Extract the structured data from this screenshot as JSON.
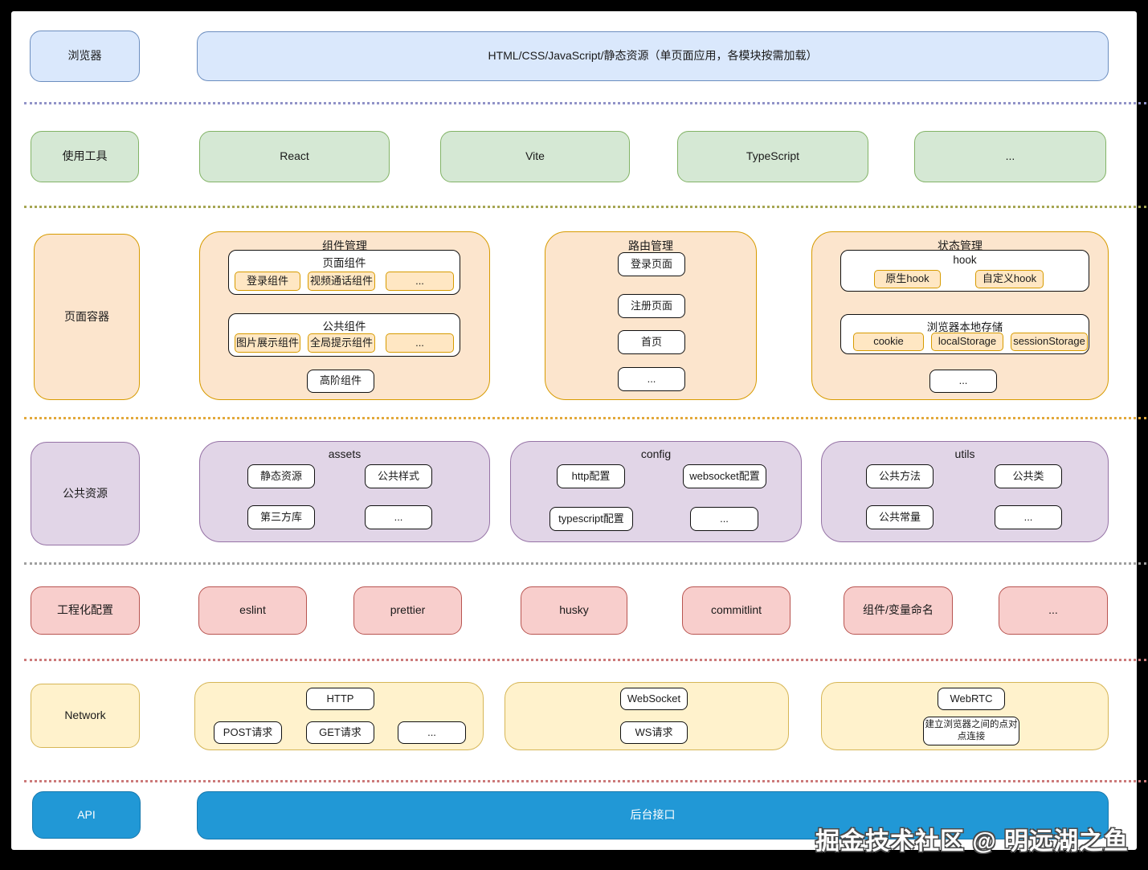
{
  "watermark": "掘金技术社区 @ 明远湖之鱼",
  "colors": {
    "blue_fill": "#dae8fc",
    "blue_stroke": "#6c8ebf",
    "green_fill": "#d5e8d4",
    "green_stroke": "#82b366",
    "orange_fill": "#fce5cd",
    "orange_stroke": "#d79b00",
    "purple_fill": "#e1d5e7",
    "purple_stroke": "#9673a6",
    "pink_fill": "#f8cecc",
    "pink_stroke": "#b85450",
    "yellow_fill": "#fff2cc",
    "yellow_stroke": "#d6b656",
    "api_blue": "#2198d6",
    "divider_colors": [
      "#9193c8",
      "#a6a653",
      "#e3a93c",
      "#9e9e9e",
      "#cc7a7a",
      "#cc7a7a"
    ]
  },
  "browser_row": {
    "label": "浏览器",
    "bar": "HTML/CSS/JavaScript/静态资源（单页面应用，各模块按需加载）"
  },
  "tools_row": {
    "label": "使用工具",
    "items": [
      "React",
      "Vite",
      "TypeScript",
      "..."
    ]
  },
  "page_row": {
    "label": "页面容器",
    "comp": {
      "title": "组件管理",
      "page_box": {
        "title": "页面组件",
        "chips": [
          "登录组件",
          "视频通话组件",
          "..."
        ]
      },
      "common_box": {
        "title": "公共组件",
        "chips": [
          "图片展示组件",
          "全局提示组件",
          "..."
        ]
      },
      "hoc": "高阶组件"
    },
    "route": {
      "title": "路由管理",
      "chips": [
        "登录页面",
        "注册页面",
        "首页",
        "..."
      ]
    },
    "state": {
      "title": "状态管理",
      "hook_box": {
        "title": "hook",
        "chips": [
          "原生hook",
          "自定义hook"
        ]
      },
      "storage_box": {
        "title": "浏览器本地存储",
        "chips": [
          "cookie",
          "localStorage",
          "sessionStorage"
        ]
      },
      "more": "..."
    }
  },
  "resource_row": {
    "label": "公共资源",
    "assets": {
      "title": "assets",
      "chips": [
        "静态资源",
        "公共样式",
        "第三方库",
        "..."
      ]
    },
    "config": {
      "title": "config",
      "chips": [
        "http配置",
        "websocket配置",
        "typescript配置",
        "..."
      ]
    },
    "utils": {
      "title": "utils",
      "chips": [
        "公共方法",
        "公共类",
        "公共常量",
        "..."
      ]
    }
  },
  "eng_row": {
    "label": "工程化配置",
    "items": [
      "eslint",
      "prettier",
      "husky",
      "commitlint",
      "组件/变量命名",
      "..."
    ]
  },
  "network_row": {
    "label": "Network",
    "http": {
      "title": "HTTP",
      "chips": [
        "POST请求",
        "GET请求",
        "..."
      ]
    },
    "ws": {
      "title": "WebSocket",
      "chips": [
        "WS请求"
      ]
    },
    "webrtc": {
      "title": "WebRTC",
      "chips": [
        "建立浏览器之间的点对点连接"
      ]
    }
  },
  "api_row": {
    "label": "API",
    "bar": "后台接口"
  }
}
